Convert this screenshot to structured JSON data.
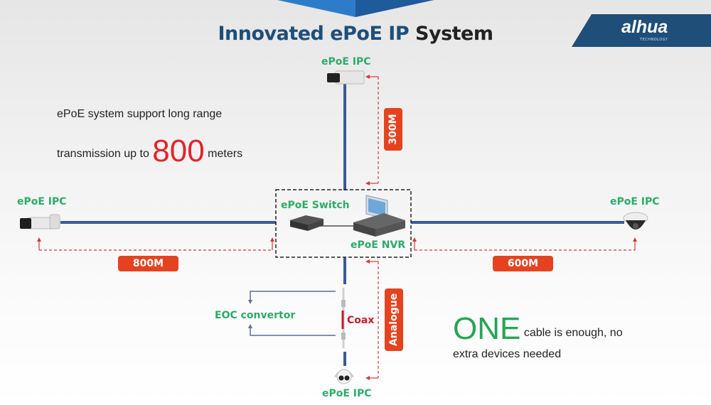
{
  "title": {
    "part1": "Innovated ePoE IP",
    "part2": "System"
  },
  "logo": {
    "brand": "alhua",
    "tagline": "TECHNOLOGY",
    "color": "#1f4e79"
  },
  "intro": {
    "line1": "ePoE system support long range",
    "line2_pre": "transmission up to",
    "highlight": "800",
    "line2_post": "meters"
  },
  "note": {
    "highlight": "ONE",
    "line1": "cable is enough, no",
    "line2": "extra devices needed"
  },
  "devices": {
    "top_camera": "ePoE IPC",
    "left_camera": "ePoE IPC",
    "right_camera": "ePoE IPC",
    "bottom_camera": "ePoE IPC",
    "switch": "ePoE Switch",
    "nvr": "ePoE NVR"
  },
  "distances": {
    "left": "800M",
    "right": "600M",
    "top": "300M",
    "bottom": "Analogue"
  },
  "coax_label": "Coax",
  "eoc_label": "EOC convertor",
  "colors": {
    "cable": "#3a5a9a",
    "distance": "#e54320",
    "label_green": "#2eaa6a",
    "accent_red": "#e2232b"
  }
}
